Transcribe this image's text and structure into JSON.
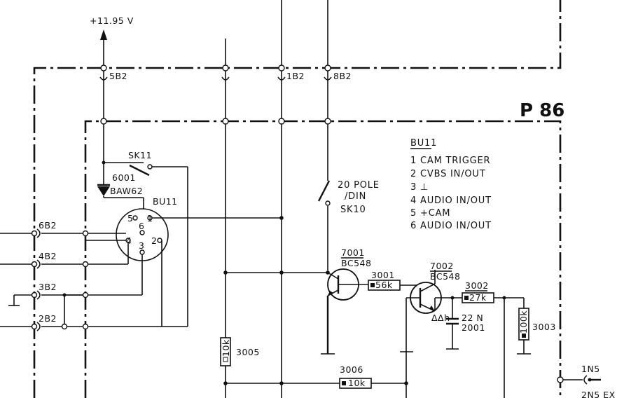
{
  "board_label": "P 86",
  "supply_label": "+11.95 V",
  "connectors": {
    "c5b2": "5B2",
    "c1b2": "1B2",
    "c8b2": "8B2",
    "c6b2": "6B2",
    "c4b2": "4B2",
    "c3b2": "3B2",
    "c2b2": "2B2",
    "c1n5": "1N5",
    "c2n5": "2N5 EX"
  },
  "switch_sk11": "SK11",
  "diode": {
    "ref": "6001",
    "type": "BAW62"
  },
  "socket": {
    "name": "BU11",
    "pins": [
      "5",
      "1",
      "6",
      "4",
      "3",
      "2"
    ]
  },
  "switch_sk10": {
    "line1": "20 POLE",
    "line2": "/DIN",
    "line3": "SK10"
  },
  "legend": {
    "title": "BU11",
    "items": [
      "1  CAM TRIGGER",
      "2  CVBS  IN/OUT",
      "3  ⊥",
      "4  AUDIO  IN/OUT",
      "5  +CAM",
      "6  AUDIO  IN/OUT"
    ]
  },
  "transistors": [
    {
      "ref": "7001",
      "type": "BC548"
    },
    {
      "ref": "7002",
      "type": "BC548"
    }
  ],
  "resistors": [
    {
      "ref": "3001",
      "value": "56k"
    },
    {
      "ref": "3002",
      "value": "27k"
    },
    {
      "ref": "3003",
      "value": "100k"
    },
    {
      "ref": "3005",
      "value": "10k"
    },
    {
      "ref": "3006",
      "value": "10k"
    }
  ],
  "capacitor": {
    "ref": "2001",
    "value": "22 N"
  },
  "delta_label": "ΔΔh"
}
